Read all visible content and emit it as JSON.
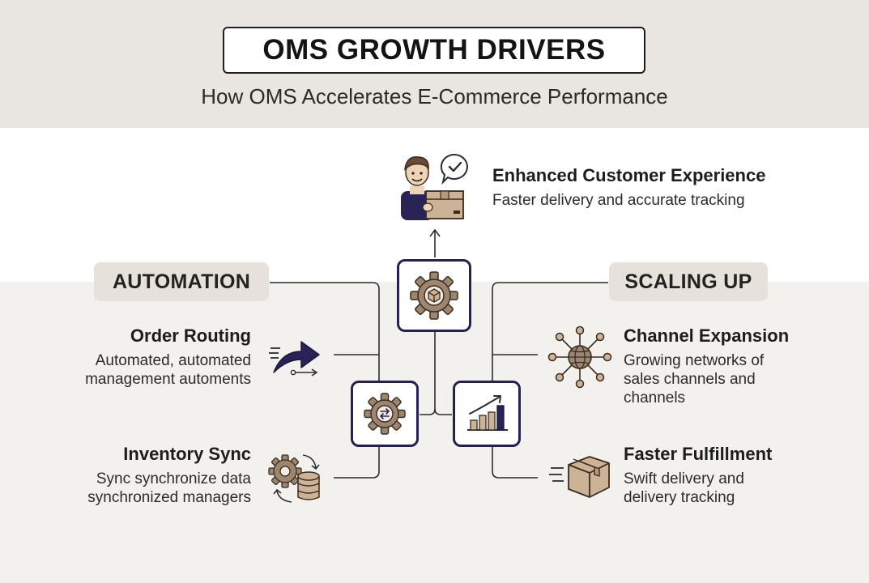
{
  "title": "OMS GROWTH DRIVERS",
  "subtitle": "How OMS Accelerates E-Commerce Performance",
  "top_node": {
    "heading": "Enhanced Customer Experience",
    "desc": "Faster delivery and accurate tracking"
  },
  "left_group": {
    "label": "AUTOMATION",
    "items": [
      {
        "heading": "Order Routing",
        "desc_lines": [
          "Automated, automated",
          "management automents"
        ]
      },
      {
        "heading": "Inventory Sync",
        "desc_lines": [
          "Sync synchronize data",
          "synchronized managers"
        ]
      }
    ]
  },
  "right_group": {
    "label": "SCALING UP",
    "items": [
      {
        "heading": "Channel Expansion",
        "desc_lines": [
          "Growing networks of",
          "sales channels and",
          "channels"
        ]
      },
      {
        "heading": "Faster Fulfillment",
        "desc_lines": [
          "Swift delivery and",
          "delivery tracking"
        ]
      }
    ]
  },
  "colors": {
    "hub_border": "#262250",
    "icon_brown": "#8b7762",
    "accent_navy": "#2a2456"
  },
  "icons": [
    "person-with-box-icon",
    "checkmark-bubble-icon",
    "gear-cube-icon",
    "gear-sync-icon",
    "growth-chart-icon",
    "routing-arrow-icon",
    "gear-database-icon",
    "network-globe-icon",
    "fast-box-icon"
  ]
}
